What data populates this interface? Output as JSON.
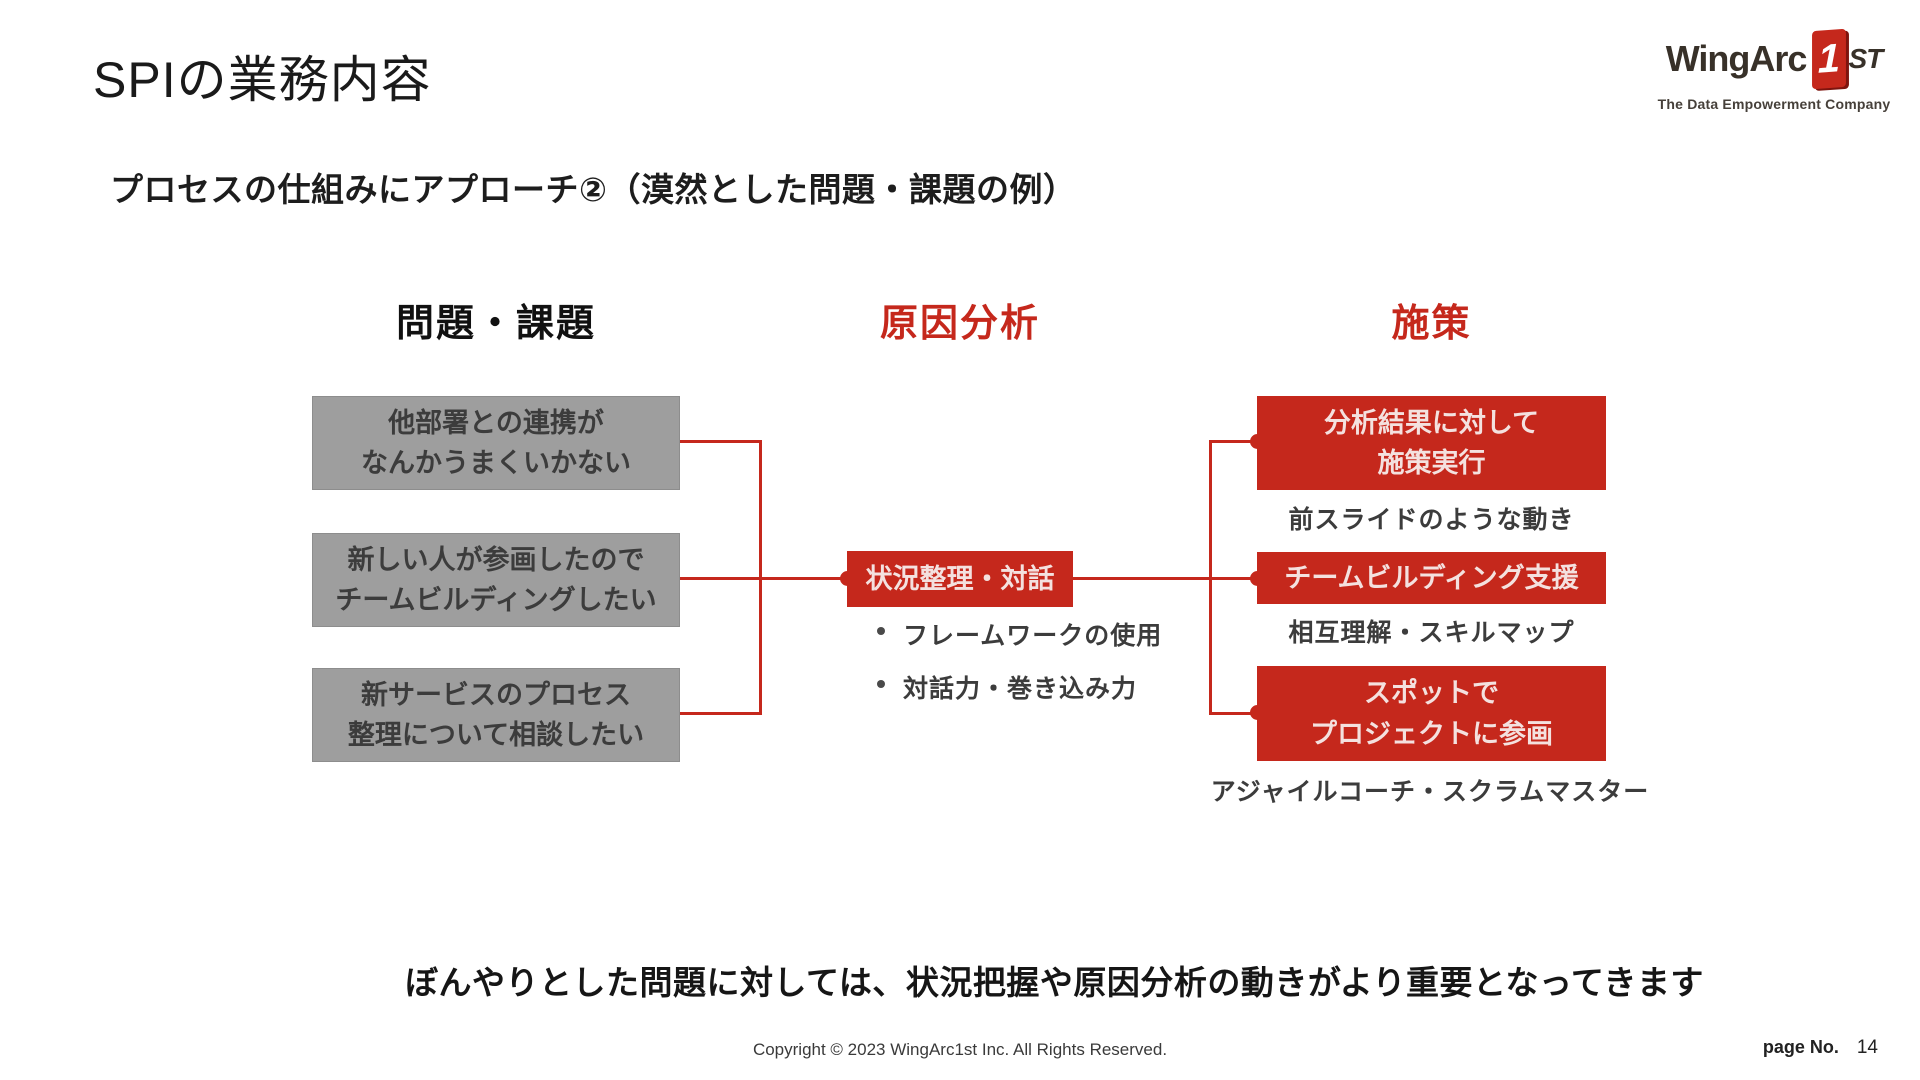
{
  "slide": {
    "title": "SPIの業務内容",
    "subtitle": "プロセスの仕組みにアプローチ②（漠然とした問題・課題の例）",
    "bottom_message": "ぼんやりとした問題に対しては、状況把握や原因分析の動きがより重要となってきます"
  },
  "logo": {
    "brand": "WingArc",
    "block_digit": "1",
    "suffix": "ST",
    "tagline": "The Data Empowerment Company"
  },
  "columns": {
    "problems": {
      "header": "問題・課題",
      "items": [
        {
          "line1": "他部署との連携が",
          "line2": "なんかうまくいかない"
        },
        {
          "line1": "新しい人が参画したので",
          "line2": "チームビルディングしたい"
        },
        {
          "line1": "新サービスのプロセス",
          "line2": "整理について相談したい"
        }
      ]
    },
    "analysis": {
      "header": "原因分析",
      "box_label": "状況整理・対話",
      "bullets": [
        "フレームワークの使用",
        "対話力・巻き込み力"
      ]
    },
    "measures": {
      "header": "施策",
      "items": [
        {
          "line1": "分析結果に対して",
          "line2": "施策実行",
          "caption": "前スライドのような動き"
        },
        {
          "line1": "チームビルディング支援",
          "line2": "",
          "caption": "相互理解・スキルマップ"
        },
        {
          "line1": "スポットで",
          "line2": "プロジェクトに参画",
          "caption": "アジャイルコーチ・スクラムマスター"
        }
      ]
    }
  },
  "footer": {
    "copyright": "Copyright © 2023 WingArc1st Inc.  All Rights Reserved.",
    "page_label": "page No.",
    "page_number": "14"
  },
  "colors": {
    "accent_red": "#c5281c",
    "box_gray": "#9e9e9e",
    "box_gray_border": "#8d8d8d",
    "gray_text": "#3c3c3c",
    "red_box_text": "#f4e1df",
    "logo_dark": "#383129",
    "text_dark": "#1a1a1a"
  }
}
